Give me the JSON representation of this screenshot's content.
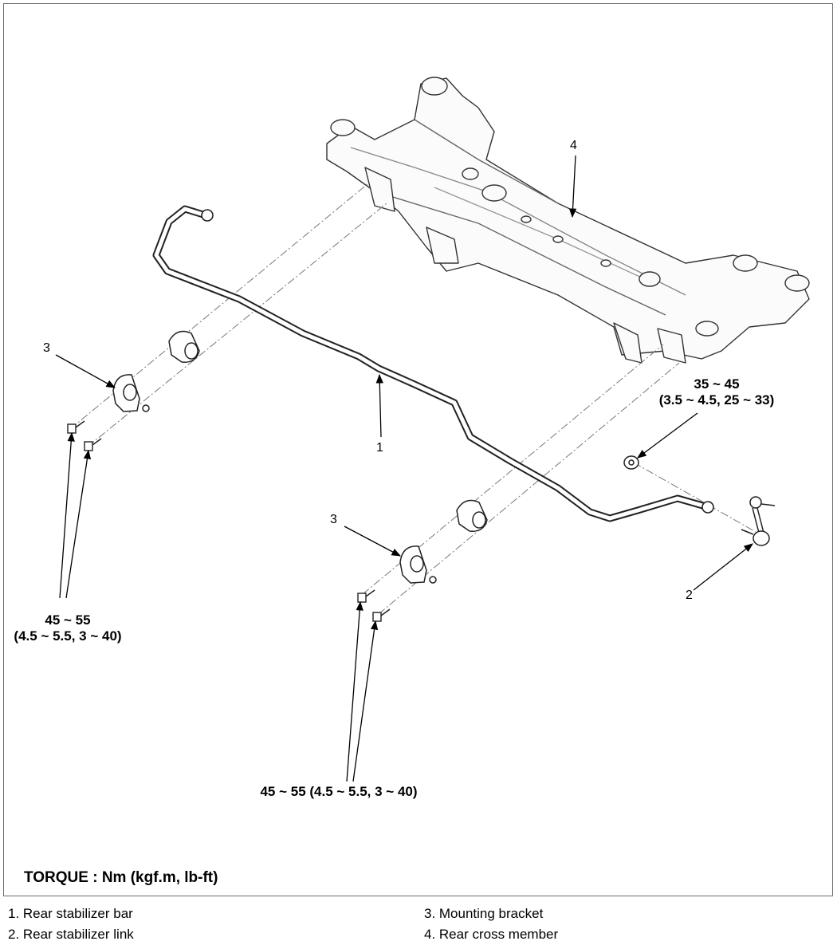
{
  "callouts": {
    "c1": "1",
    "c2": "2",
    "c3a": "3",
    "c3b": "3",
    "c4": "4"
  },
  "torques": {
    "link_nut_line1": "35 ~ 45",
    "link_nut_line2": "(3.5 ~ 4.5, 25 ~ 33)",
    "left_bolts_line1": "45 ~ 55",
    "left_bolts_line2": "(4.5 ~ 5.5, 3 ~ 40)",
    "center_bolts": "45 ~ 55 (4.5 ~ 5.5, 3 ~ 40)"
  },
  "torque_unit_note": "TORQUE : Nm (kgf.m, lb-ft)",
  "legend": {
    "item1": "1. Rear stabilizer bar",
    "item2": "2. Rear stabilizer link",
    "item3": "3. Mounting bracket",
    "item4": "4. Rear cross member"
  }
}
